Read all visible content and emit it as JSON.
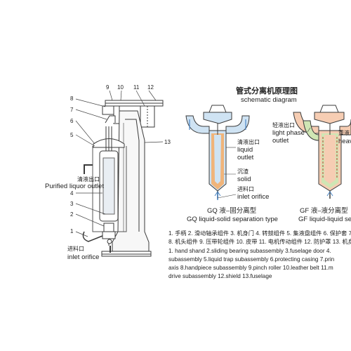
{
  "left_diagram": {
    "numbers": [
      "9",
      "10",
      "11",
      "12",
      "8",
      "7",
      "6",
      "5",
      "13",
      "4",
      "3",
      "2",
      "1"
    ],
    "purified_outlet_cn": "清液出口",
    "purified_outlet_en": "Purified liquor outlet",
    "inlet_cn": "进料口",
    "inlet_en": "inlet orifice"
  },
  "right_diagram": {
    "title_cn": "管式分离机原理图",
    "title_en": "schematic diagram",
    "gq": {
      "liquid_outlet_cn": "清液出口",
      "liquid_outlet_en1": "liquid",
      "liquid_outlet_en2": "outlet",
      "solid_cn": "沉渣",
      "solid_en": "solid",
      "inlet_cn": "进料口",
      "inlet_en": "inlet orifice",
      "caption_cn": "GQ 液–固分离型",
      "caption_en": "GQ liquid-solid separation type"
    },
    "gf": {
      "light_outlet_cn": "轻液出口",
      "light_outlet_en1": "light phase",
      "light_outlet_en2": "outlet",
      "heavy_cn": "重液",
      "heavy_en": "heav",
      "caption_cn": "GF 液–液分离型",
      "caption_en": "GF liquid-liquid separation"
    }
  },
  "legend": {
    "line_cn1": "1. 手柄  2. 滑动轴承组件  3. 机身门  4. 转鼓组件  5. 集液盘组件  6. 保护套 7.",
    "line_cn2": "8. 机头组件  9. 压带轮组件  10. 皮带  11. 电机传动组件  12. 防护罩  13. 机身",
    "line_en1": "1. hand shand  2.sliding bearing subassembly  3.fuselage door  4.",
    "line_en2": "subassembly  5.liquid trap subassembly  6.protecting casing  7.prin",
    "line_en3": "axis  8.handpiece subassembly  9.pinch roller  10.leather belt  11.m",
    "line_en4": "drive subassembly   12.shield 13.fuselage"
  },
  "colors": {
    "line": "#3a3a3a",
    "blue_fill": "#cfe3f3",
    "orange_fill": "#f0b47a",
    "green_fill": "#cfe6b4",
    "pink_fill": "#f6cdb3",
    "arrow_blue": "#4a86c6"
  }
}
